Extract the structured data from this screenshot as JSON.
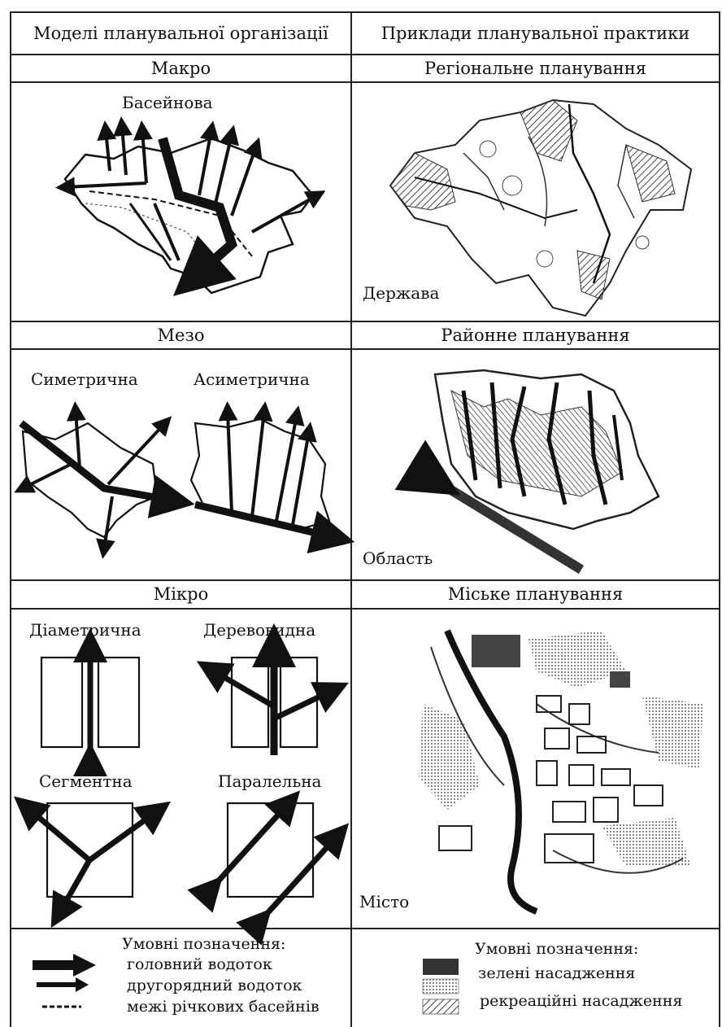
{
  "header": {
    "left": "Моделі планувальної організації",
    "right": "Приклади планувальної практики"
  },
  "rows": [
    {
      "left_title": "Макро",
      "right_title": "Регіональне планування",
      "left_labels": [
        "Басейнова"
      ],
      "right_label": "Держава"
    },
    {
      "left_title": "Мезо",
      "right_title": "Районне планування",
      "left_labels": [
        "Симетрична",
        "Асиметрична"
      ],
      "right_label": "Область"
    },
    {
      "left_title": "Мікро",
      "right_title": "Міське планування",
      "left_labels": [
        "Діаметрична",
        "Деревовидна",
        "Сегментна",
        "Паралельна"
      ],
      "right_label": "Місто"
    }
  ],
  "legend_left": {
    "title": "Умовні позначення:",
    "items": [
      "головний водоток",
      "другорядний водоток",
      "межі річкових басейнів"
    ]
  },
  "legend_right": {
    "title": "Умовні позначення:",
    "items": [
      "зелені насадження",
      "рекреаційні насадження"
    ]
  },
  "colors": {
    "ink": "#111111",
    "grid": "#222222",
    "paper": "#ffffff",
    "hatch": "#555555"
  }
}
